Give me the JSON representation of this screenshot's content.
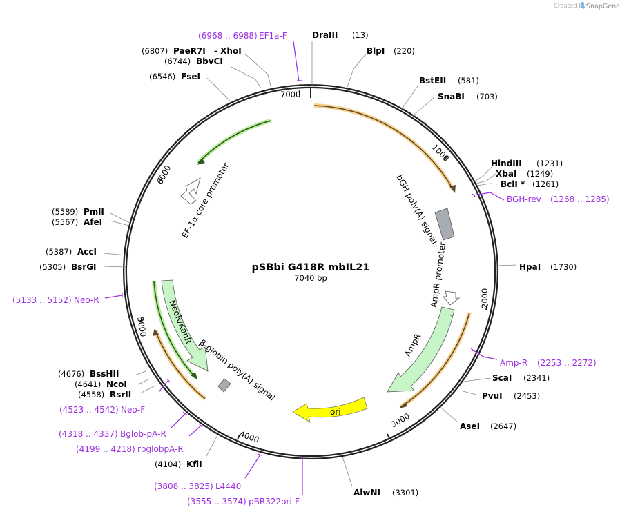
{
  "header": {
    "credit_prefix": "Created by",
    "credit_brand": "SnapGene"
  },
  "plasmid": {
    "name": "pSBbi G418R mbIL21",
    "length": "7040 bp"
  },
  "ticks": [
    "1000",
    "2000",
    "3000",
    "4000",
    "5000",
    "6000",
    "7000"
  ],
  "enzymes": [
    {
      "name": "DraIII",
      "pos": "(13)"
    },
    {
      "name": "BlpI",
      "pos": "(220)"
    },
    {
      "name": "BstEII",
      "pos": "(581)"
    },
    {
      "name": "SnaBI",
      "pos": "(703)"
    },
    {
      "name": "HindIII",
      "pos": "(1231)"
    },
    {
      "name": "XbaI",
      "pos": "(1249)"
    },
    {
      "name": "BclI *",
      "pos": "(1261)"
    },
    {
      "name": "HpaI",
      "pos": "(1730)"
    },
    {
      "name": "ScaI",
      "pos": "(2341)"
    },
    {
      "name": "PvuI",
      "pos": "(2453)"
    },
    {
      "name": "AseI",
      "pos": "(2647)"
    },
    {
      "name": "AlwNI",
      "pos": "(3301)"
    },
    {
      "name": "KflI",
      "pos": "(4104)"
    },
    {
      "name": "RsrII",
      "pos": "(4558)"
    },
    {
      "name": "NcoI",
      "pos": "(4641)"
    },
    {
      "name": "BssHII",
      "pos": "(4676)"
    },
    {
      "name": "BsrGI",
      "pos": "(5305)"
    },
    {
      "name": "AccI",
      "pos": "(5387)"
    },
    {
      "name": "AfeI",
      "pos": "(5567)"
    },
    {
      "name": "PmlI",
      "pos": "(5589)"
    },
    {
      "name": "FseI",
      "pos": "(6546)"
    },
    {
      "name": "BbvCI",
      "pos": "(6744)"
    },
    {
      "name": "PaeR7I",
      "pos": "(6807)"
    },
    {
      "name": "- XhoI",
      "pos": ""
    }
  ],
  "primers": [
    {
      "name": "EF1a-F",
      "range": "(6968 .. 6988)"
    },
    {
      "name": "BGH-rev",
      "range": "(1268 .. 1285)"
    },
    {
      "name": "Amp-R",
      "range": "(2253 .. 2272)"
    },
    {
      "name": "pBR322ori-F",
      "range": "(3555 .. 3574)"
    },
    {
      "name": "L4440",
      "range": "(3808 .. 3825)"
    },
    {
      "name": "rbglobpA-R",
      "range": "(4199 .. 4218)"
    },
    {
      "name": "Bglob-pA-R",
      "range": "(4318 .. 4337)"
    },
    {
      "name": "Neo-F",
      "range": "(4523 .. 4542)"
    },
    {
      "name": "Neo-R",
      "range": "(5133 .. 5152)"
    }
  ],
  "features": [
    {
      "name": "bGH poly(A) signal",
      "color": "#a8adb4"
    },
    {
      "name": "AmpR promoter",
      "color": "#ffffff"
    },
    {
      "name": "AmpR",
      "color": "#c8f5c8"
    },
    {
      "name": "ori",
      "color": "#ffff00"
    },
    {
      "name": "NeoR/KanR",
      "color": "#c8f5c8"
    },
    {
      "name": "β-globin poly(A) signal",
      "color": "#a8adb4"
    },
    {
      "name": "EF-1α core promoter",
      "color": "#ffffff"
    }
  ],
  "colors": {
    "primer": "#9b30e0",
    "orf_orange": "#f5b042",
    "orf_green": "#8be06a",
    "backbone": "#222222"
  }
}
